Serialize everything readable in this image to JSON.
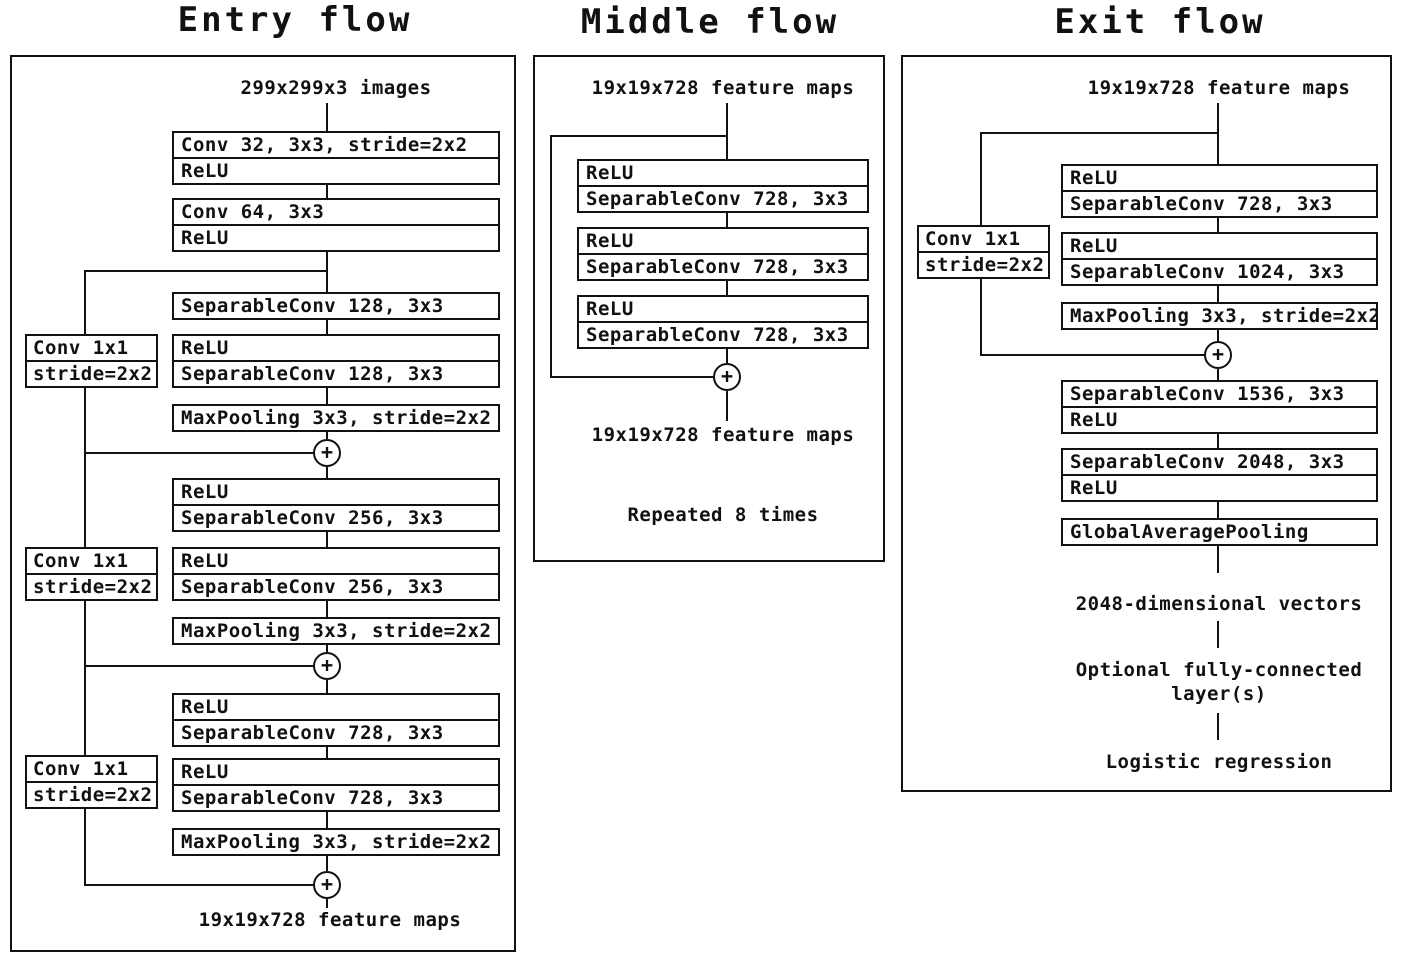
{
  "titles": {
    "entry": "Entry flow",
    "middle": "Middle flow",
    "exit": "Exit flow"
  },
  "plus_symbol": "+",
  "entry": {
    "input_label": "299x299x3 images",
    "output_label": "19x19x728 feature maps",
    "boxes": [
      {
        "rows": [
          "Conv 32, 3x3, stride=2x2",
          "ReLU"
        ]
      },
      {
        "rows": [
          "Conv 64, 3x3",
          "ReLU"
        ]
      },
      {
        "rows": [
          "SeparableConv 128, 3x3"
        ]
      },
      {
        "rows": [
          "ReLU",
          "SeparableConv 128, 3x3"
        ]
      },
      {
        "rows": [
          "MaxPooling 3x3, stride=2x2"
        ]
      },
      {
        "rows": [
          "ReLU",
          "SeparableConv 256, 3x3"
        ]
      },
      {
        "rows": [
          "ReLU",
          "SeparableConv 256, 3x3"
        ]
      },
      {
        "rows": [
          "MaxPooling 3x3, stride=2x2"
        ]
      },
      {
        "rows": [
          "ReLU",
          "SeparableConv 728, 3x3"
        ]
      },
      {
        "rows": [
          "ReLU",
          "SeparableConv 728, 3x3"
        ]
      },
      {
        "rows": [
          "MaxPooling 3x3, stride=2x2"
        ]
      }
    ],
    "skip_boxes": [
      {
        "rows": [
          "Conv 1x1",
          "stride=2x2"
        ]
      },
      {
        "rows": [
          "Conv 1x1",
          "stride=2x2"
        ]
      },
      {
        "rows": [
          "Conv 1x1",
          "stride=2x2"
        ]
      }
    ]
  },
  "middle": {
    "input_label": "19x19x728 feature maps",
    "output_label": "19x19x728 feature maps",
    "note": "Repeated 8 times",
    "boxes": [
      {
        "rows": [
          "ReLU",
          "SeparableConv 728, 3x3"
        ]
      },
      {
        "rows": [
          "ReLU",
          "SeparableConv 728, 3x3"
        ]
      },
      {
        "rows": [
          "ReLU",
          "SeparableConv 728, 3x3"
        ]
      }
    ]
  },
  "exit": {
    "input_label": "19x19x728 feature maps",
    "skip_box": {
      "rows": [
        "Conv 1x1",
        "stride=2x2"
      ]
    },
    "boxes": [
      {
        "rows": [
          "ReLU",
          "SeparableConv 728, 3x3"
        ]
      },
      {
        "rows": [
          "ReLU",
          "SeparableConv 1024, 3x3"
        ]
      },
      {
        "rows": [
          "MaxPooling 3x3, stride=2x2"
        ]
      },
      {
        "rows": [
          "SeparableConv 1536, 3x3",
          "ReLU"
        ]
      },
      {
        "rows": [
          "SeparableConv 2048, 3x3",
          "ReLU"
        ]
      },
      {
        "rows": [
          "GlobalAveragePooling"
        ]
      }
    ],
    "vector_label": "2048-dimensional vectors",
    "fc_label_line1": "Optional fully-connected",
    "fc_label_line2": "layer(s)",
    "output_label": "Logistic regression"
  }
}
